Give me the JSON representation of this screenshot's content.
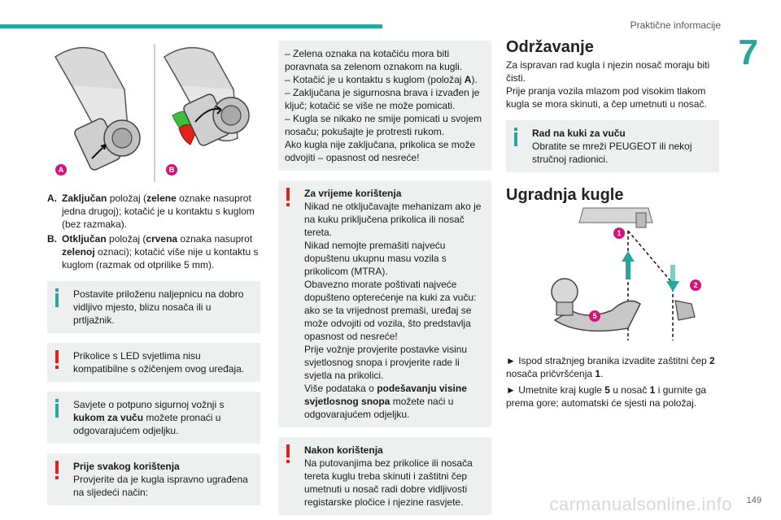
{
  "header": {
    "section_title": "Praktične informacije",
    "chapter_number": "7",
    "page_number": "149",
    "watermark": "carmanualsonline.info"
  },
  "colors": {
    "accent": "#27a6a0",
    "warning": "#e2211c",
    "badge": "#d2157b"
  },
  "col1": {
    "illustration_labels": [
      "A",
      "B"
    ],
    "list": [
      {
        "letter": "A.",
        "strong": "Zaključan",
        "pre": " položaj (",
        "color_word": "zelene",
        "post": " oznake nasuprot jedna drugoj); kotačić je u kontaktu s kuglom (bez razmaka)."
      },
      {
        "letter": "B.",
        "strong": "Otključan",
        "pre": " položaj (",
        "color_word": "crvena",
        "post_1": " oznaka nasuprot ",
        "color_word_2": "zelenoj",
        "post": " oznaci); kotačić više nije u kontaktu s kuglom (razmak od otprilike 5 mm)."
      }
    ],
    "box_info_1": "Postavite priloženu naljepnicu na dobro vidljivo mjesto, blizu nosača ili u prtljažnik.",
    "box_warn_1": "Prikolice s LED svjetlima nisu kompatibilne s ožičenjem ovog uređaja.",
    "box_info_2": {
      "pre": "Savjete o potpuno sigurnoj vožnji s ",
      "strong": "kukom za vuču",
      "post": " možete pronaći u odgovarajućem odjeljku."
    },
    "box_warn_2": {
      "title": "Prije svakog korištenja",
      "text": "Provjerite da je kugla ispravno ugrađena na sljedeći način:"
    }
  },
  "col2": {
    "box_top": {
      "lines": [
        "– Zelena oznaka na kotačiću mora biti poravnata sa zelenom oznakom na kugli.",
        "– Zaključana je sigurnosna brava i izvađen je ključ; kotačić se više ne može pomicati.",
        "– Kugla se nikako ne smije pomicati u svojem nosaču; pokušajte je protresti rukom.",
        "Ako kugla nije zaključana, prikolica se može odvojiti – opasnost od nesreće!"
      ],
      "line2_pre": "– Kotačić je u kontaktu s kuglom (položaj ",
      "line2_strong": "A",
      "line2_post": ")."
    },
    "box_warn_1": {
      "title": "Za vrijeme korištenja",
      "text": "Nikad ne otključavajte mehanizam ako je na kuku priključena prikolica ili nosač tereta.\nNikad nemojte premašiti najveću dopuštenu ukupnu masu vozila s prikolicom (MTRA).\nObavezno morate poštivati najveće dopušteno opterećenje na kuki za vuču: ako se ta vrijednost premaši, uređaj se može odvojiti od vozila, što predstavlja opasnost od nesreće!\nPrije vožnje provjerite postavke visinu svjetlosnog snopa i provjerite rade li svjetla na prikolici.",
      "last_pre": "Više podataka o ",
      "last_strong": "podešavanju visine svjetlosnog snopa",
      "last_post": " možete naći u odgovarajućem odjeljku."
    },
    "box_warn_2": {
      "title": "Nakon korištenja",
      "text": "Na putovanjima bez prikolice ili nosača tereta kuglu treba skinuti i zaštitni čep umetnuti u nosač radi dobre vidljivosti registarske pločice i njezine rasvjete."
    }
  },
  "col3": {
    "heading_1": "Održavanje",
    "para_1": "Za ispravan rad kugla i njezin nosač moraju biti čisti.",
    "para_2": "Prije pranja vozila mlazom pod visokim tlakom kugla se mora skinuti, a čep umetnuti u nosač.",
    "box_info": {
      "title": "Rad na kuki za vuču",
      "text": "Obratite se mreži PEUGEOT ili nekoj stručnoj radionici."
    },
    "heading_2": "Ugradnja kugle",
    "illustration_labels": [
      "1",
      "2",
      "5"
    ],
    "step_1": {
      "arrow": "►",
      "pre": " Ispod stražnjeg branika izvadite zaštitni čep ",
      "n1": "2",
      "mid": " nosača pričvršćenja ",
      "n2": "1",
      "post": "."
    },
    "step_2": {
      "arrow": "►",
      "pre": " Umetnite kraj kugle ",
      "n1": "5",
      "mid": " u nosač ",
      "n2": "1",
      "post": " i gurnite ga prema gore; automatski će sjesti na položaj."
    }
  }
}
